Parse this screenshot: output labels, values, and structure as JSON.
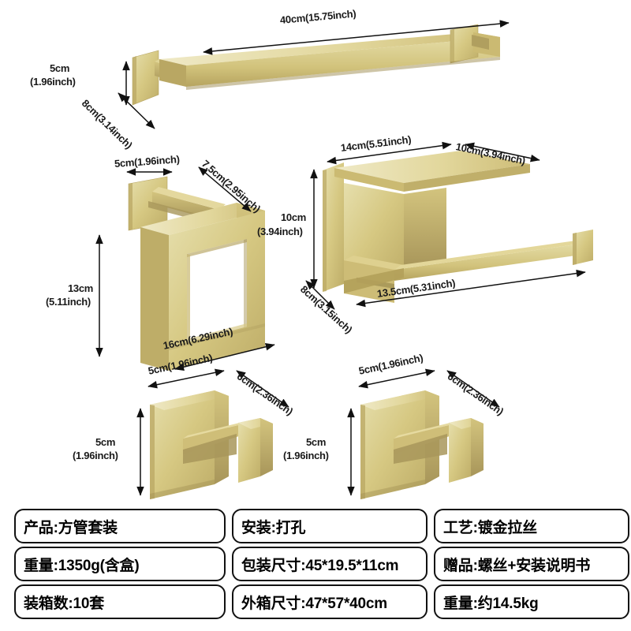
{
  "products": {
    "towel_bar": {
      "name": "square-towel-bar",
      "dims": {
        "length": "40cm(15.75inch)",
        "height": "5cm\n(1.96inch)",
        "height_line1": "5cm",
        "height_line2": "(1.96inch)",
        "depth": "8cm(3.14inch)"
      }
    },
    "towel_ring": {
      "name": "square-towel-ring",
      "dims": {
        "plate_width": "5cm(1.96inch)",
        "arm_length": "7.5cm(2.95inch)",
        "height_line1": "13cm",
        "height_line2": "(5.11inch)",
        "width": "16cm(6.29inch)"
      }
    },
    "paper_holder": {
      "name": "toilet-paper-holder-with-shelf",
      "dims": {
        "shelf_width": "14cm(5.51inch)",
        "shelf_depth": "10cm(3.94inch)",
        "height_line1": "10cm",
        "height_line2": "(3.94inch)",
        "body_depth": "8cm(3.15inch)",
        "bar_length": "13.5cm(5.31inch)"
      }
    },
    "hook_left": {
      "name": "square-robe-hook-left",
      "dims": {
        "plate_width": "5cm(1.96inch)",
        "projection": "6cm(2.36inch)",
        "height_line1": "5cm",
        "height_line2": "(1.96inch)"
      }
    },
    "hook_right": {
      "name": "square-robe-hook-right",
      "dims": {
        "plate_width": "5cm(1.96inch)",
        "projection": "6cm(2.36inch)",
        "height_line1": "5cm",
        "height_line2": "(1.96inch)"
      }
    }
  },
  "spec_grid": {
    "cells": [
      {
        "key": "product",
        "text": "产品:方管套装"
      },
      {
        "key": "installation",
        "text": "安装:打孔"
      },
      {
        "key": "craft",
        "text": "工艺:镀金拉丝"
      },
      {
        "key": "weight",
        "text": "重量:1350g(含盒)"
      },
      {
        "key": "package_size",
        "text": "包装尺寸:45*19.5*11cm"
      },
      {
        "key": "gift",
        "text": "赠品:螺丝+安装说明书"
      },
      {
        "key": "carton_qty",
        "text": "装箱数:10套"
      },
      {
        "key": "carton_size",
        "text": "外箱尺寸:47*57*40cm"
      },
      {
        "key": "carton_weight",
        "text": "重量:约14.5kg"
      }
    ]
  },
  "colors": {
    "gold_light": "#e8e0b0",
    "gold_mid": "#d9cb86",
    "gold_base": "#cdbc72",
    "gold_dark": "#b2a05a",
    "gold_shadow": "#9a8849",
    "outline": "#111111",
    "background": "#ffffff"
  }
}
